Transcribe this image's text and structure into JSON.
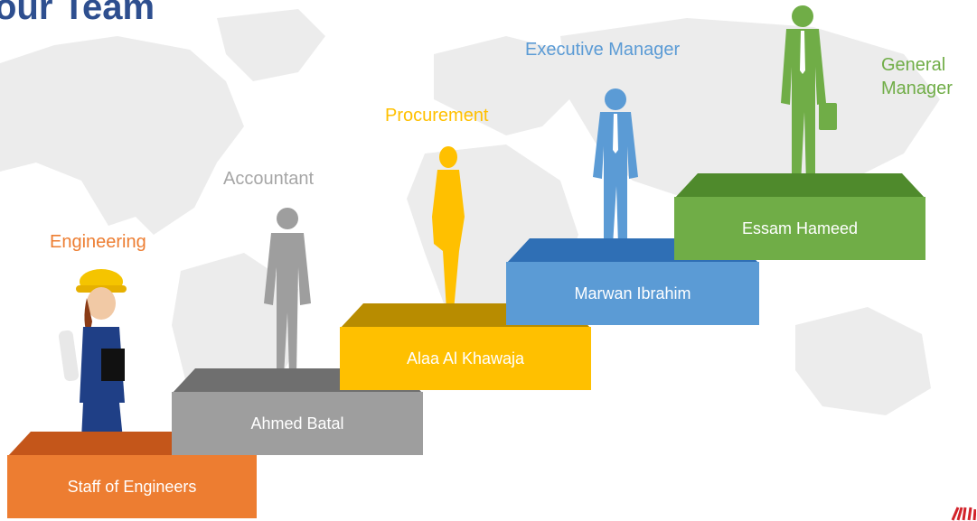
{
  "slide": {
    "title": "our Team"
  },
  "members": [
    {
      "role": "Engineering",
      "name": "Staff of Engineers",
      "color": "#ed7d31",
      "dark": "#c25a17",
      "figure": "woman-engineer-icon"
    },
    {
      "role": "Accountant",
      "name": "Ahmed Batal",
      "color": "#9e9e9e",
      "dark": "#6b6b6b",
      "figure": "man-silhouette-icon"
    },
    {
      "role": "Procurement",
      "name": "Alaa Al Khawaja",
      "color": "#ffc000",
      "dark": "#b08a00",
      "figure": "woman-silhouette-icon"
    },
    {
      "role": "Executive Manager",
      "name": "Marwan Ibrahim",
      "color": "#5b9bd5",
      "dark": "#2e6ab0",
      "figure": "man-silhouette-icon"
    },
    {
      "role": "General Manager",
      "name": "Essam Hameed",
      "color": "#70ad47",
      "dark": "#4d7f2c",
      "figure": "man-briefcase-icon"
    }
  ],
  "role_colors": {
    "engineering": "#ed7d31",
    "accountant": "#9e9e9e",
    "procurement": "#ffc000",
    "executive": "#5b9bd5",
    "general": "#70ad47"
  }
}
